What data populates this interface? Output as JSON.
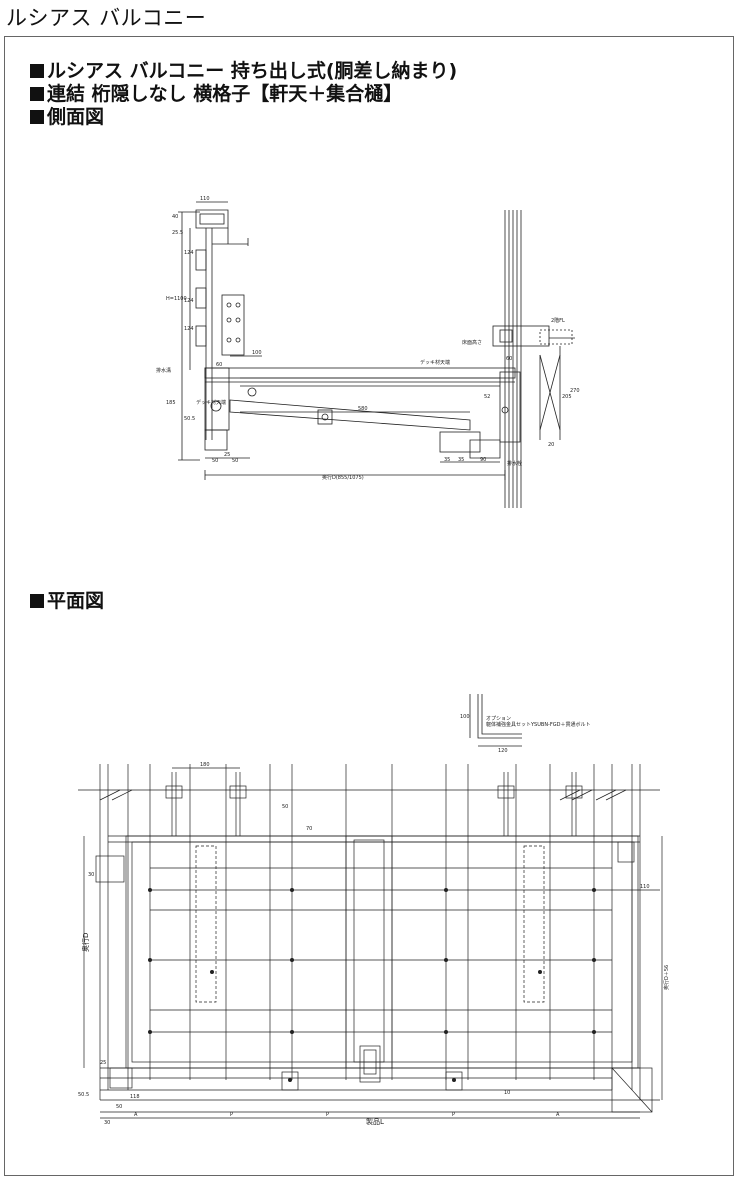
{
  "page": {
    "title": "ルシアス バルコニー"
  },
  "headings": {
    "line1": "ルシアス バルコニー 持ち出し式(胴差し納まり)",
    "line2": "連結 桁隠しなし 横格子【軒天＋集合樋】",
    "line3": "側面図",
    "plan": "平面図"
  },
  "side": {
    "dims": {
      "top_w": "110",
      "d40": "40",
      "d25": "25.5",
      "d124a": "124",
      "d124b": "124",
      "d124c": "124",
      "h1100": "H=1100",
      "d100": "100",
      "d60": "60",
      "d580": "580",
      "d185": "185",
      "d505": "50.5",
      "d50a": "50",
      "d50b": "50",
      "d25b": "25",
      "d90": "90",
      "d35": "35",
      "d35b": "35",
      "d205": "205",
      "d270": "270",
      "d52": "52",
      "d60b": "60",
      "d20": "20",
      "okuyuki": "奥行D(855/1075)"
    },
    "labels": {
      "floor2": "2階FL",
      "drain": "排水溝",
      "deck": "デッキ材天端",
      "deck_low": "デッキ材天端",
      "floor_low": "床面高さ",
      "bolt": "排水栓"
    }
  },
  "plan": {
    "option_note_1": "オプション",
    "option_note_2": "躯体補強金具セットYSUBN-FGD＋貫通ボルト",
    "option_100": "100",
    "option_120": "120",
    "dims": {
      "d180": "180",
      "d50": "50",
      "d70": "70",
      "d110": "110",
      "okuyuki_left": "奥行D",
      "okuyuki_right": "奥行D＋56",
      "d25": "25",
      "d50b": "50",
      "d505": "50.5",
      "d118": "118",
      "d30": "30",
      "a1": "A",
      "p1": "P",
      "p2": "P",
      "p3": "P",
      "a2": "A",
      "seihin": "製品L",
      "d30b": "30",
      "d10": "10"
    }
  }
}
